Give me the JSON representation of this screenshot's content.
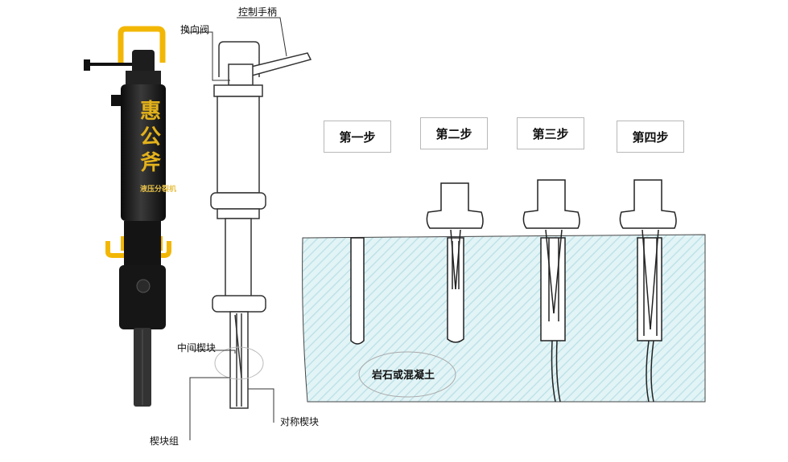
{
  "tool_labels": {
    "control_handle": "控制手柄",
    "reversing_valve": "换向阀",
    "middle_wedge": "中间楔块",
    "wedge_group": "楔块组",
    "symmetric_wedge": "对称楔块"
  },
  "steps": [
    "第一步",
    "第二步",
    "第三步",
    "第四步"
  ],
  "rock_label": "岩石或混凝土",
  "photo_text": {
    "brand_chars": [
      "惠",
      "公",
      "斧"
    ],
    "model_text": "液压分裂机"
  },
  "colors": {
    "handle_yellow": "#f2b705",
    "body_black": "#1b1b1b",
    "rock_fill": "#dff3f5",
    "rock_hatch": "#bfe4ea"
  }
}
